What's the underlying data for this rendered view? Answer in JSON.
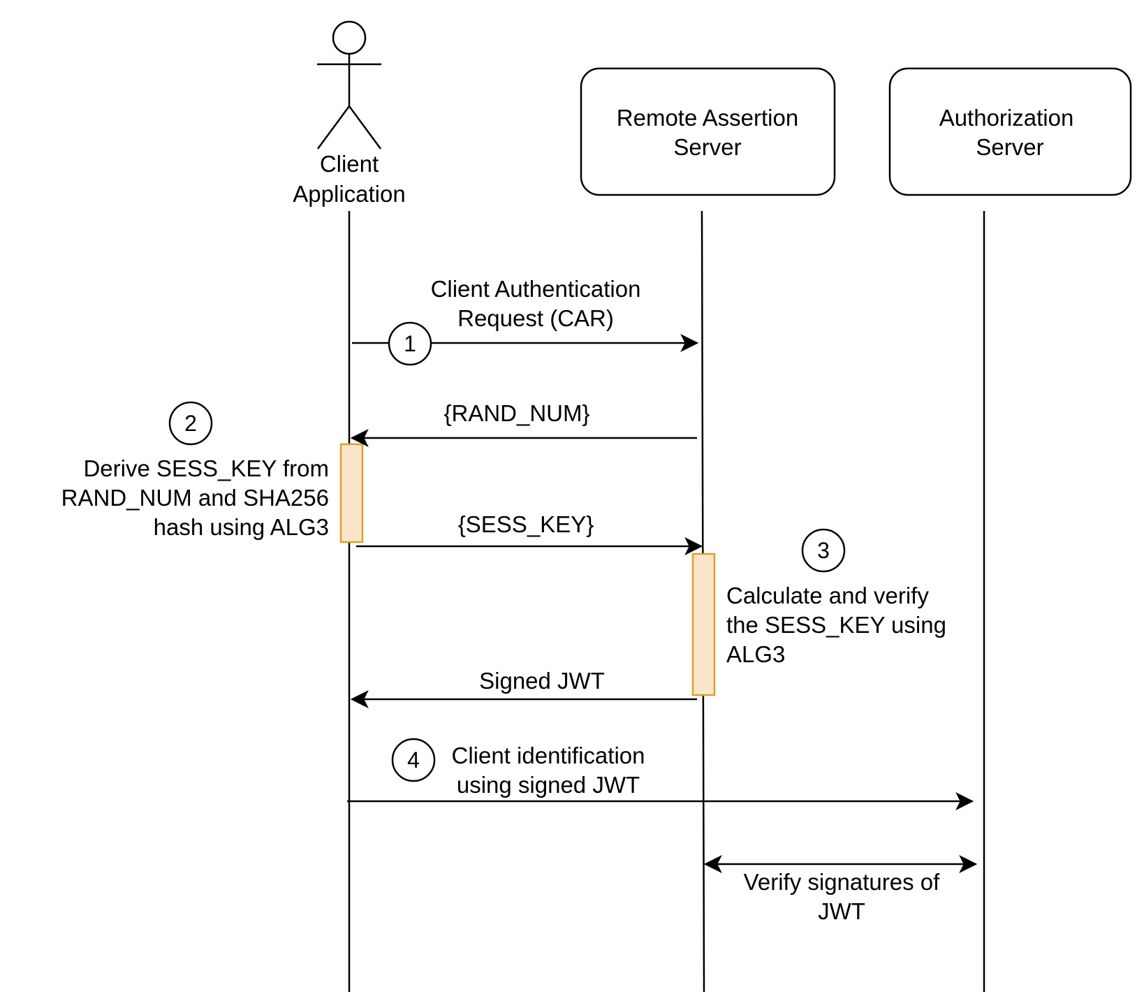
{
  "colors": {
    "line": "#000000",
    "activation_fill": "#fde5cb",
    "activation_stroke": "#d9a12b",
    "background": "#ffffff"
  },
  "participants": {
    "client": {
      "line1": "Client",
      "line2": "Application"
    },
    "ras": {
      "line1": "Remote Assertion",
      "line2": "Server"
    },
    "auth": {
      "line1": "Authorization",
      "line2": "Server"
    }
  },
  "messages": {
    "car": {
      "line1": "Client Authentication",
      "line2": "Request (CAR)"
    },
    "rand_num": "{RAND_NUM}",
    "sess_key": "{SESS_KEY}",
    "signed_jwt": "Signed JWT",
    "client_id": {
      "line1": "Client identification",
      "line2": "using signed JWT"
    },
    "verify": {
      "line1": "Verify signatures of",
      "line2": "JWT"
    }
  },
  "notes": {
    "derive": {
      "line1": "Derive SESS_KEY from",
      "line2": "RAND_NUM and SHA256",
      "line3": "hash using ALG3"
    },
    "calculate": {
      "line1": "Calculate and verify",
      "line2": "the SESS_KEY using",
      "line3": "ALG3"
    }
  },
  "steps": {
    "s1": "1",
    "s2": "2",
    "s3": "3",
    "s4": "4"
  }
}
